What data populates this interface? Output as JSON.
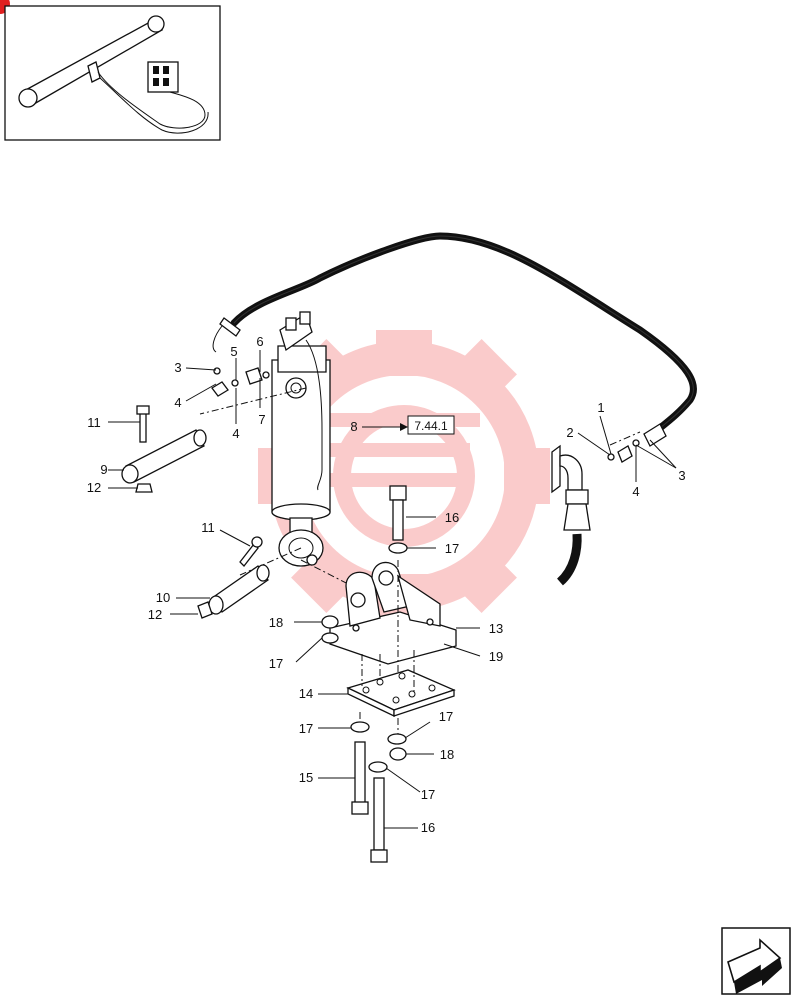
{
  "reference_box": {
    "text": "7.44.1"
  },
  "callouts": [
    {
      "id": "c1",
      "text": "1"
    },
    {
      "id": "c2",
      "text": "2"
    },
    {
      "id": "c3a",
      "text": "3"
    },
    {
      "id": "c3b",
      "text": "3"
    },
    {
      "id": "c4a",
      "text": "4"
    },
    {
      "id": "c4b",
      "text": "4"
    },
    {
      "id": "c4c",
      "text": "4"
    },
    {
      "id": "c5",
      "text": "5"
    },
    {
      "id": "c6",
      "text": "6"
    },
    {
      "id": "c7",
      "text": "7"
    },
    {
      "id": "c8",
      "text": "8"
    },
    {
      "id": "c9",
      "text": "9"
    },
    {
      "id": "c10",
      "text": "10"
    },
    {
      "id": "c11a",
      "text": "11"
    },
    {
      "id": "c11b",
      "text": "11"
    },
    {
      "id": "c12a",
      "text": "12"
    },
    {
      "id": "c12b",
      "text": "12"
    },
    {
      "id": "c13",
      "text": "13"
    },
    {
      "id": "c14",
      "text": "14"
    },
    {
      "id": "c15",
      "text": "15"
    },
    {
      "id": "c16a",
      "text": "16"
    },
    {
      "id": "c16b",
      "text": "16"
    },
    {
      "id": "c17a",
      "text": "17"
    },
    {
      "id": "c17b",
      "text": "17"
    },
    {
      "id": "c17c",
      "text": "17"
    },
    {
      "id": "c17d",
      "text": "17"
    },
    {
      "id": "c17e",
      "text": "17"
    },
    {
      "id": "c18a",
      "text": "18"
    },
    {
      "id": "c18b",
      "text": "18"
    },
    {
      "id": "c19",
      "text": "19"
    }
  ],
  "icons": {
    "thumbnail": "cylinder-thumbnail-icon",
    "next_page": "next-page-arrow-icon",
    "watermark": "gear-watermark-icon"
  },
  "colors": {
    "watermark": "#f26d6d",
    "line": "#111111",
    "badge": "#e02020"
  }
}
